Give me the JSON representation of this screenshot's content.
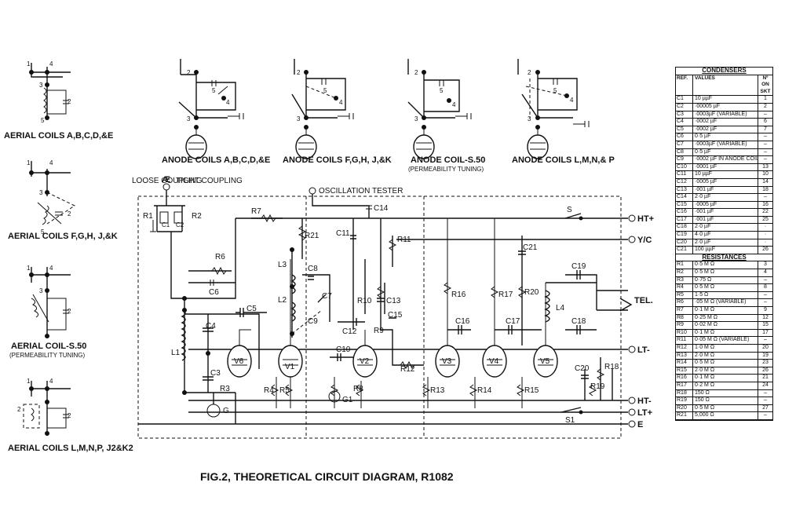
{
  "caption": "FIG.2, THEORETICAL CIRCUIT DIAGRAM, R1082",
  "aerial_coils": [
    "AERIAL COILS A,B,C,D,&E",
    "AERIAL COILS F,G,H, J,&K",
    "AERIAL COIL-S.50",
    "AERIAL COILS L,M,N,P, J2&K2"
  ],
  "anode_coils": [
    "ANODE COILS A,B,C,D,&E",
    "ANODE COILS F,G,H, J,&K",
    "ANODE COIL-S.50",
    "ANODE COILS L,M,N,& P"
  ],
  "permeability_tuning": "(PERMEABILITY TUNING)",
  "coupling": {
    "loose": "LOOSE COUPLING",
    "tight": "TIGHT COUPLING",
    "ae": "Æ"
  },
  "oscillation_tester": "OSCILLATION TESTER",
  "terminals": [
    "HT+",
    "Y/C",
    "TEL.",
    "LT-",
    "HT-",
    "LT+",
    "E"
  ],
  "valve_labels": [
    "V6",
    "V1",
    "V2",
    "V3",
    "V4",
    "V5"
  ],
  "component_labels": {
    "resistors": [
      "R1",
      "R2",
      "R3",
      "R4",
      "R5",
      "R6",
      "R7",
      "R8",
      "R9",
      "R10",
      "R11",
      "R12",
      "R13",
      "R14",
      "R15",
      "R16",
      "R17",
      "R18",
      "R19",
      "R20",
      "R21"
    ],
    "condensers": [
      "C1",
      "C2",
      "C3",
      "C4",
      "C5",
      "C6",
      "C7",
      "C8",
      "C9",
      "C10",
      "C11",
      "C12",
      "C13",
      "C14",
      "C15",
      "C16",
      "C17",
      "C18",
      "C19",
      "C20",
      "C21"
    ],
    "others": [
      "L1",
      "L2",
      "L3",
      "L4",
      "G",
      "G1",
      "S",
      "S1"
    ]
  },
  "condensers_table": {
    "title": "CONDENSERS",
    "headers": [
      "REF.",
      "VALUES",
      "Nº ON SKT"
    ],
    "rows": [
      [
        "C1",
        "10 µµF",
        "1"
      ],
      [
        "C2",
        "·00005 µF",
        "2"
      ],
      [
        "C3",
        "·0003µF (VARIABLE)",
        "–"
      ],
      [
        "C4",
        "·0002 µF",
        "6"
      ],
      [
        "C5",
        "·0002 µF",
        "7"
      ],
      [
        "C6",
        "0·5 µF",
        "–"
      ],
      [
        "C7",
        "·0003µF (VARIABLE)",
        "–"
      ],
      [
        "C8",
        "0·5 µF",
        "–"
      ],
      [
        "C9",
        "·0002 µF IN ANODE COILS A TO E",
        "–"
      ],
      [
        "C10",
        "·0001 µF",
        "13"
      ],
      [
        "C11",
        "10 µµF",
        "10"
      ],
      [
        "C12",
        "·0005 µF",
        "14"
      ],
      [
        "C13",
        "·001 µF",
        "18"
      ],
      [
        "C14",
        "2·0 µF",
        "–"
      ],
      [
        "C15",
        "·0005 µF",
        "16"
      ],
      [
        "C16",
        "·001 µF",
        "22"
      ],
      [
        "C17",
        "·001 µF",
        "25"
      ],
      [
        "C18",
        "2·0 µF",
        "·"
      ],
      [
        "C19",
        "4·0 µF",
        "·"
      ],
      [
        "C20",
        "2·0 µF",
        "·"
      ],
      [
        "C21",
        "100 µµF",
        "26"
      ]
    ]
  },
  "resistances_table": {
    "title": "RESISTANCES",
    "rows": [
      [
        "R1",
        "0·5 M Ω",
        "3"
      ],
      [
        "R2",
        "0·5 M Ω",
        "4"
      ],
      [
        "R3",
        "0·75 Ω",
        "–"
      ],
      [
        "R4",
        "0·5 M Ω",
        "8"
      ],
      [
        "R5",
        "1·5 Ω",
        "–"
      ],
      [
        "R6",
        "·05 M Ω (VARIABLE)",
        "–"
      ],
      [
        "R7",
        "0·1 M Ω",
        "9"
      ],
      [
        "R8",
        "0·25 M Ω",
        "12"
      ],
      [
        "R9",
        "0·02 M Ω",
        "15"
      ],
      [
        "R10",
        "0·1 M Ω",
        "17"
      ],
      [
        "R11",
        "0·05 M Ω (VARIABLE)",
        "–"
      ],
      [
        "R12",
        "1·0 M Ω",
        "20"
      ],
      [
        "R13",
        "2·0 M Ω",
        "19"
      ],
      [
        "R14",
        "0·5 M Ω",
        "23"
      ],
      [
        "R15",
        "2·0 M Ω",
        "26"
      ],
      [
        "R16",
        "0·1 M Ω",
        "21"
      ],
      [
        "R17",
        "0·2 M Ω",
        "24"
      ],
      [
        "R18",
        "150 Ω",
        "–"
      ],
      [
        "R19",
        "150 Ω",
        "–"
      ],
      [
        "R20",
        "0·5 M Ω",
        "27"
      ],
      [
        "R21",
        "5,000 Ω",
        "–"
      ]
    ]
  }
}
